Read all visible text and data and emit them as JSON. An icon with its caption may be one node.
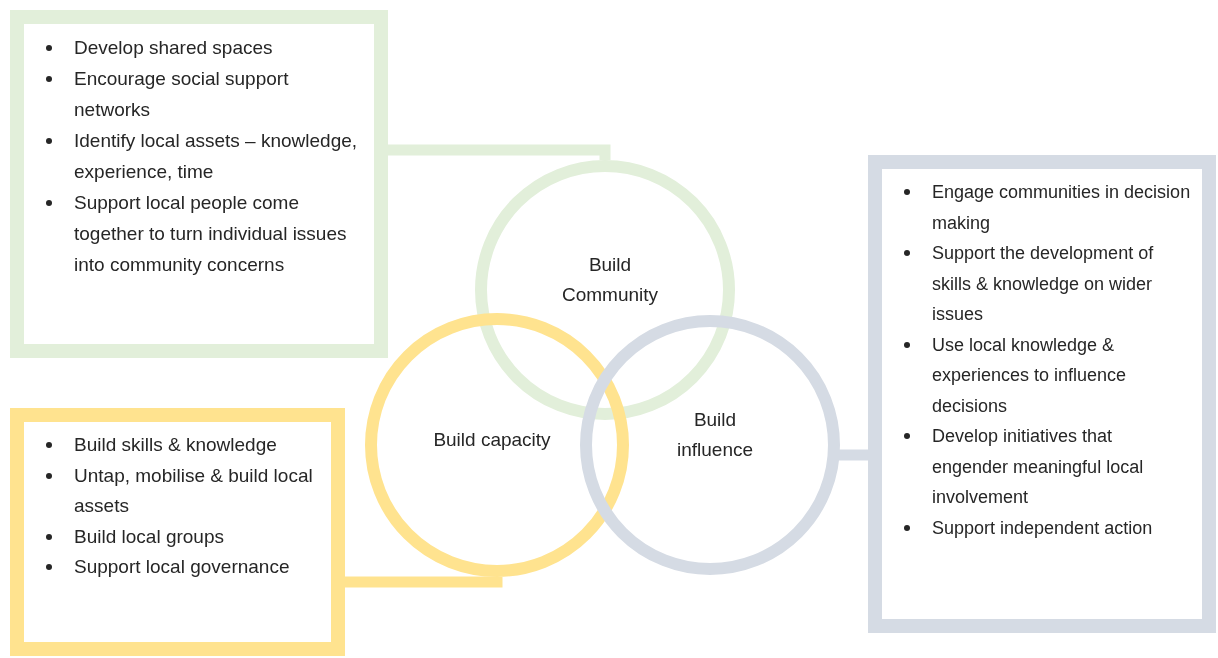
{
  "diagram": {
    "nodes": [
      {
        "text": [
          "Develop shared spaces",
          "Encourage social support networks",
          "Identify local assets – knowledge, experience, time",
          "Support local people come together to turn individual issues into community concerns"
        ]
      },
      {
        "text": [
          "Build Community"
        ]
      },
      {
        "text": [
          "Engage communities in decision making",
          "Support the development of skills & knowledge on wider issues",
          "Use local knowledge & experiences to influence decisions",
          "Develop initiatives that engender meaningful local involvement",
          "Support independent action"
        ]
      },
      {
        "text": [
          "Build capacity"
        ]
      },
      {
        "text": [
          "Build influence"
        ]
      },
      {
        "text": [
          "Build skills & knowledge",
          "Untap, mobilise & build local assets",
          "Build local groups",
          "Support local governance"
        ]
      }
    ],
    "edges": [
      {
        "from": 0,
        "to": 1,
        "arrow": "none",
        "color": "#e2efda"
      },
      {
        "from": 5,
        "to": 3,
        "arrow": "none",
        "color": "#ffe38f"
      },
      {
        "from": 4,
        "to": 2,
        "arrow": "none",
        "color": "#d5dbe4"
      }
    ]
  }
}
